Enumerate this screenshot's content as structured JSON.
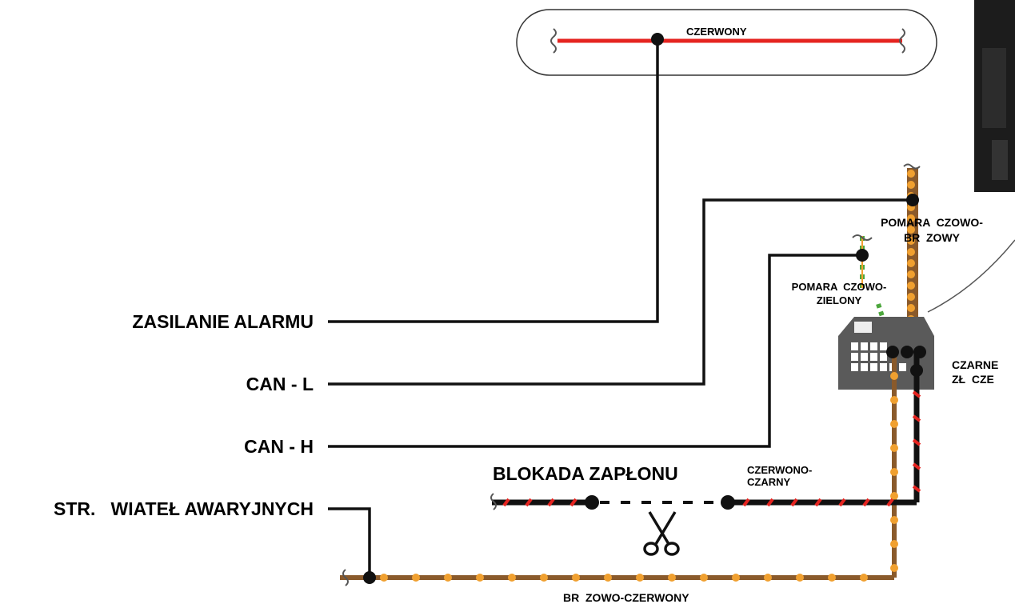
{
  "labels": {
    "red_wire": "CZERWONY",
    "alarm_power": "ZASILANIE ALARMU",
    "can_l": "CAN - L",
    "can_h": "CAN - H",
    "hazard_lights": "STR.   WIATEŁ AWARYJNYCH",
    "ignition_block": "BLOKADA ZAPŁONU",
    "red_black_line1": "CZERWONO-",
    "red_black_line2": "CZARNY",
    "orange_brown_line1": "POMARA  CZOWO-",
    "orange_brown_line2": "BR  ZOWY",
    "orange_green_line1": "POMARA  CZOWO-",
    "orange_green_line2": "ZIELONY",
    "black_connector_line1": "CZARNE",
    "black_connector_line2": "ZŁ  CZE",
    "brown_red_wire": "BR  ZOWO-CZERWONY"
  },
  "colors": {
    "wire_black": "#111111",
    "wire_red": "#e52420",
    "wire_brown": "#8a5a2b",
    "wire_orange": "#f0a030",
    "wire_green": "#4ca63c",
    "connector_gray": "#5a5a5a",
    "photo_dark": "#1c1c1c"
  },
  "icons": [
    "scissors-icon",
    "splice-dot-icon",
    "wire-break-icon",
    "connector-icon"
  ]
}
